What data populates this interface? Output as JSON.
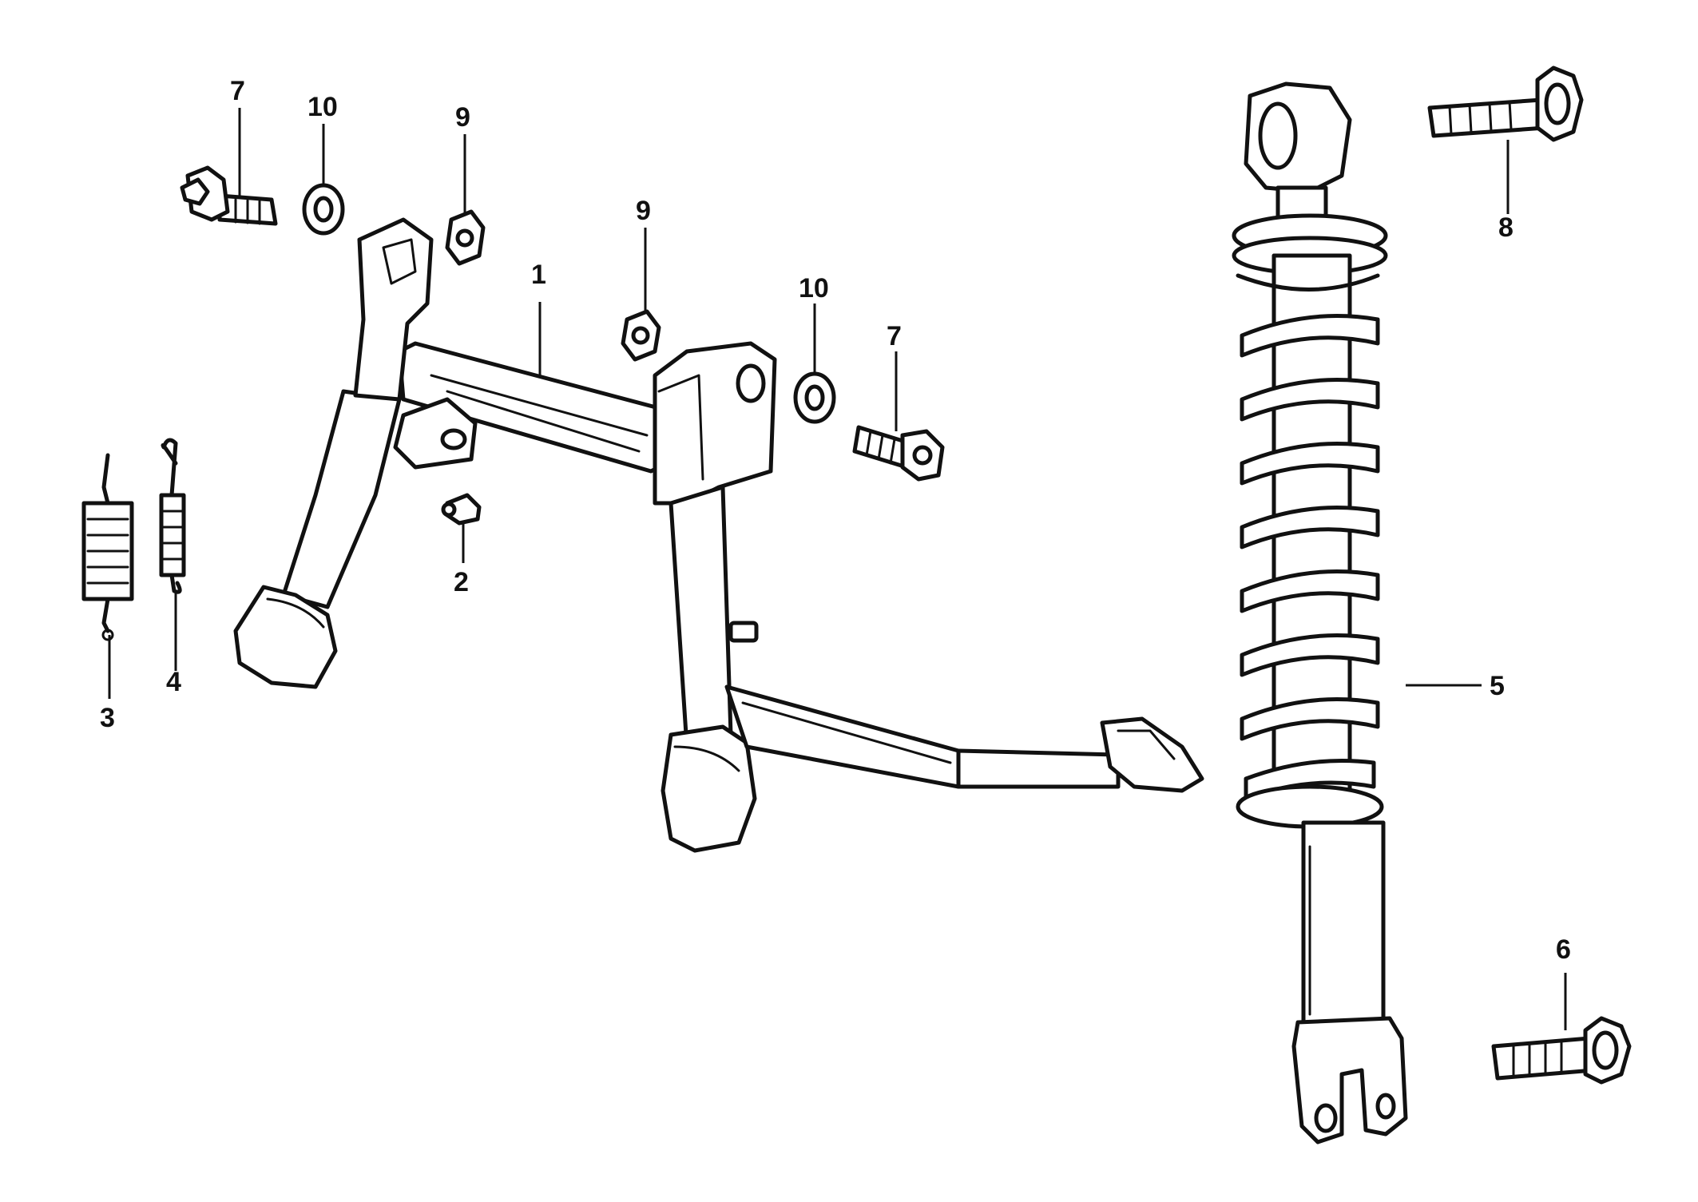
{
  "callouts": [
    {
      "id": "c1",
      "label": "1"
    },
    {
      "id": "c2",
      "label": "2"
    },
    {
      "id": "c3",
      "label": "3"
    },
    {
      "id": "c4",
      "label": "4"
    },
    {
      "id": "c5",
      "label": "5"
    },
    {
      "id": "c6",
      "label": "6"
    },
    {
      "id": "c7a",
      "label": "7"
    },
    {
      "id": "c7b",
      "label": "7"
    },
    {
      "id": "c8",
      "label": "8"
    },
    {
      "id": "c9a",
      "label": "9"
    },
    {
      "id": "c9b",
      "label": "9"
    },
    {
      "id": "c10a",
      "label": "10"
    },
    {
      "id": "c10b",
      "label": "10"
    }
  ],
  "colors": {
    "ink": "#111111",
    "background": "#ffffff"
  }
}
